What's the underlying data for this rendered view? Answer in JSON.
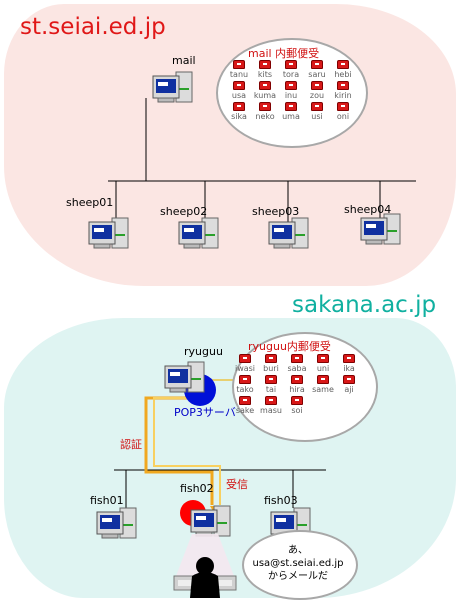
{
  "domains": {
    "seiai": "st.seiai.ed.jp",
    "sakana": "sakana.ac.jp"
  },
  "seiai": {
    "server": "mail",
    "mailbox_title": "mail 内郵便受",
    "mailboxes": [
      "tanu",
      "kits",
      "tora",
      "saru",
      "hebi",
      "usa",
      "kuma",
      "inu",
      "zou",
      "kirin",
      "sika",
      "neko",
      "uma",
      "usi",
      "oni"
    ],
    "clients": [
      "sheep01",
      "sheep02",
      "sheep03",
      "sheep04"
    ]
  },
  "sakana": {
    "server": "ryuguu",
    "mailbox_title": "ryuguu内郵便受",
    "mailboxes": [
      "iwasi",
      "buri",
      "saba",
      "uni",
      "ika",
      "tako",
      "tai",
      "hira",
      "same",
      "aji",
      "sake",
      "masu",
      "soi"
    ],
    "pop3_label": "POP3サーバ",
    "auth_label": "認証",
    "receive_label": "受信",
    "clients": [
      "fish01",
      "fish02",
      "fish03"
    ],
    "user_line1": "あ、",
    "user_line2": "usa@st.seiai.ed.jp",
    "user_line3": "からメールだ"
  },
  "colors": {
    "seiai_region": "#fbe6e3",
    "sakana_region": "#dff4f2",
    "seiai_text": "#e01818",
    "sakana_text": "#10b0a0",
    "mailbox_red": "#d81818",
    "pop3_blue": "#0000c8",
    "path_orange": "#f0a820",
    "highlight_red": "#ff0000"
  },
  "icons": {
    "computer": "computer-icon",
    "mailbox": "mailbox-icon",
    "user": "user-silhouette-icon"
  }
}
